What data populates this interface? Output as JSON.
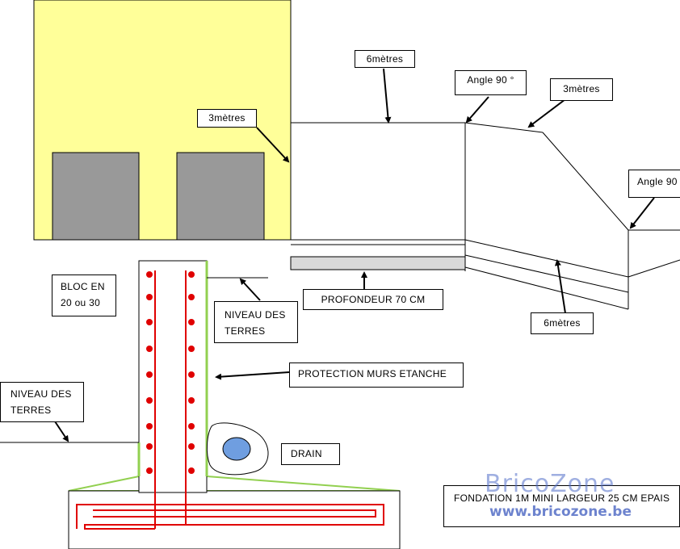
{
  "labels": {
    "six_m_top": "6mètres",
    "three_m_left": "3mètres",
    "angle_90_a": "Angle 90 °",
    "three_m_right": "3mètres",
    "angle_90_b": "Angle 90",
    "profondeur": "PROFONDEUR 70 CM",
    "six_m_bottom": "6mètres",
    "bloc_line1": "BLOC EN",
    "bloc_line2": "20 ou 30",
    "niveau_right_1": "NIVEAU DES",
    "niveau_right_2": "TERRES",
    "protection": "PROTECTION MURS ETANCHE",
    "niveau_left_1": "NIVEAU DES",
    "niveau_left_2": "TERRES",
    "drain": "DRAIN",
    "fondation": "FONDATION 1M MINI LARGEUR 25 CM EPAIS"
  },
  "watermark": {
    "brand": "BricoZone",
    "url": "www.bricozone.be"
  },
  "colors": {
    "house_wall": "#ffff99",
    "garage_door": "#999999",
    "rebar": "#e00000",
    "waterproofing": "#92d050",
    "drain_pipe": "#6f9ee0",
    "trench": "#d9d9d9"
  }
}
